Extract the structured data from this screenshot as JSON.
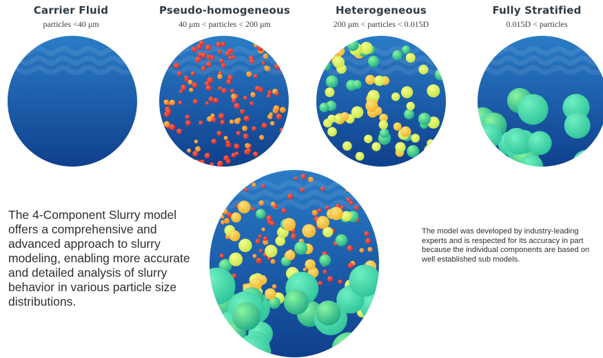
{
  "phases": [
    {
      "title": "Carrier Fluid",
      "range": "particles <40 μm"
    },
    {
      "title": "Pseudo-homogeneous",
      "range": "40 μm < particles  < 200 μm"
    },
    {
      "title": "Heterogeneous",
      "range": "200 μm < particles  < 0.015D"
    },
    {
      "title": "Fully Stratified",
      "range": "0.015D < particles"
    }
  ],
  "summary_text": "The 4-Component Slurry model offers a comprehensive and advanced approach to  slurry modeling, enabling more accurate and detailed analysis of slurry behavior in various particle size distributions.",
  "credibility_text": "The model was developed by industry-leading experts and is respected for its accuracy in part because the individual components are based on well established sub models.",
  "colors": {
    "fluid_light": "#2a7cc7",
    "fluid_dark": "#0f3f8c",
    "fine_particle": "#d8262b",
    "fine_particle_alt": "#f07a2a",
    "medium_particle": "#c5e34a",
    "medium_particle_alt": "#f2b32a",
    "coarse_particle": "#2ec39a"
  }
}
